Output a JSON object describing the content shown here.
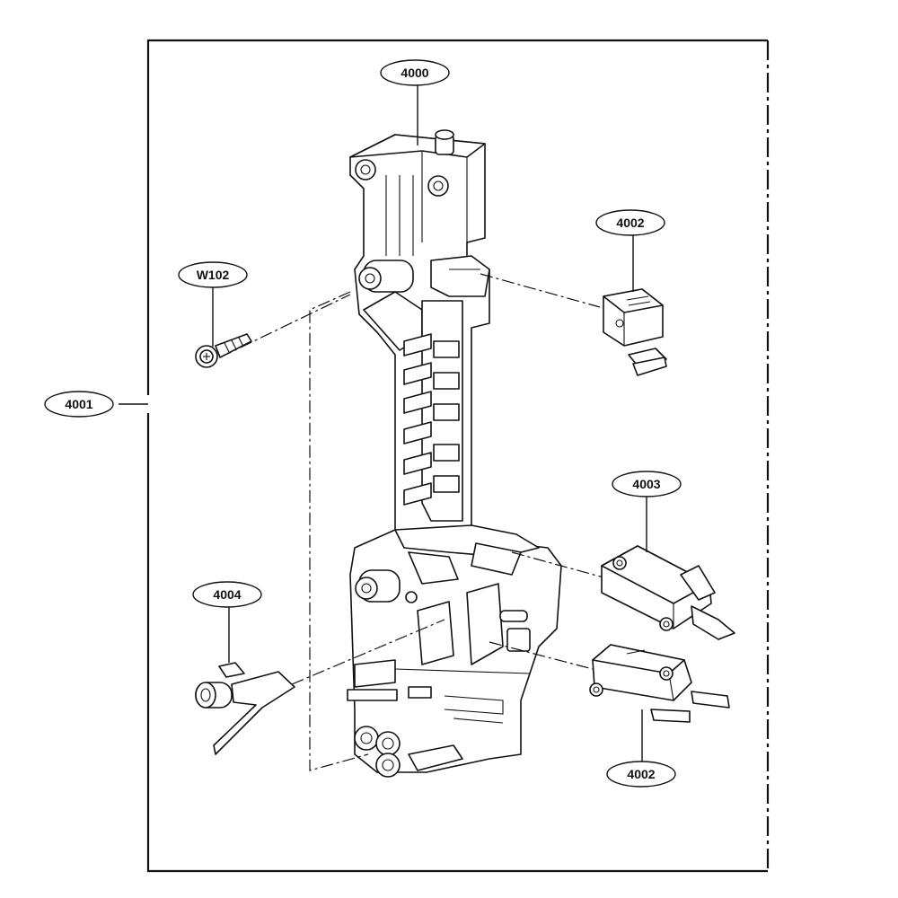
{
  "labels": {
    "assembly": "4000",
    "frame": "4001",
    "switch_top": "4002",
    "switch_middle": "4003",
    "lever": "4004",
    "screw": "W102",
    "switch_bottom": "4002"
  }
}
